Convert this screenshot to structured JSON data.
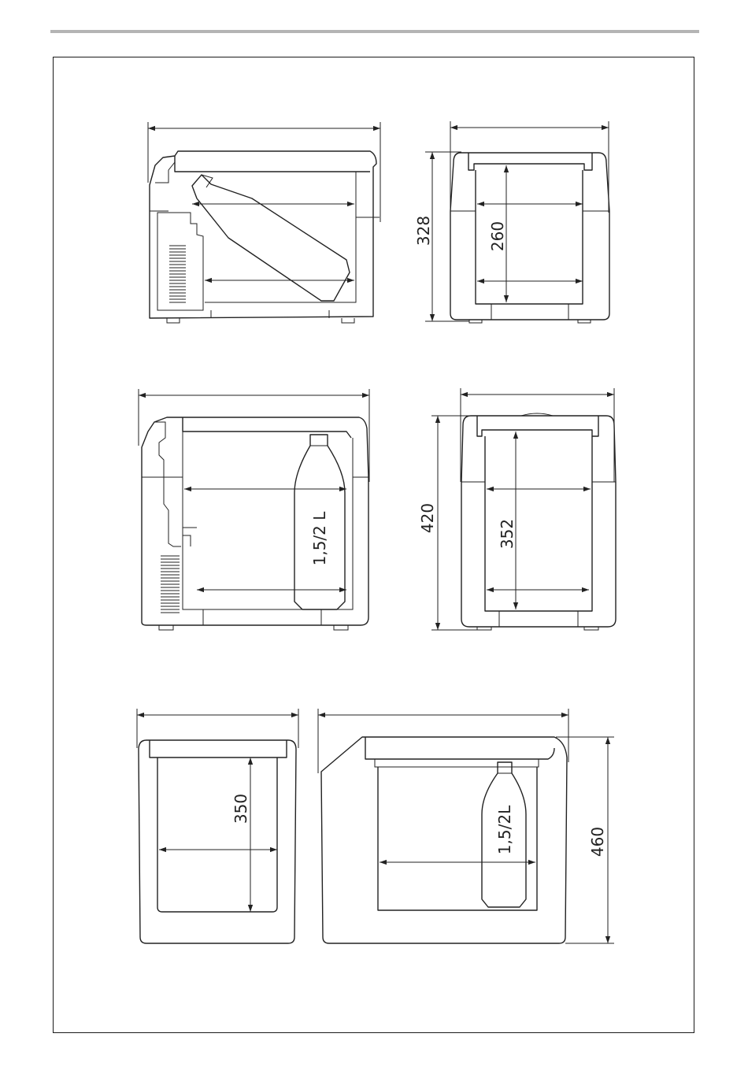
{
  "page": {
    "background": "#ffffff",
    "rule_color": "#b4b4b4",
    "ink": "#222222"
  },
  "views": [
    {
      "id": "small-side",
      "dimensions": []
    },
    {
      "id": "small-front",
      "dimensions": [
        "328",
        "260"
      ]
    },
    {
      "id": "medium-side",
      "dimensions": [],
      "bottle_label": "1,5/2 L"
    },
    {
      "id": "medium-front",
      "dimensions": [
        "420",
        "352"
      ]
    },
    {
      "id": "large-front",
      "dimensions": [
        "350"
      ]
    },
    {
      "id": "large-side",
      "dimensions": [
        "460"
      ],
      "bottle_label": "1,5/2L"
    }
  ]
}
